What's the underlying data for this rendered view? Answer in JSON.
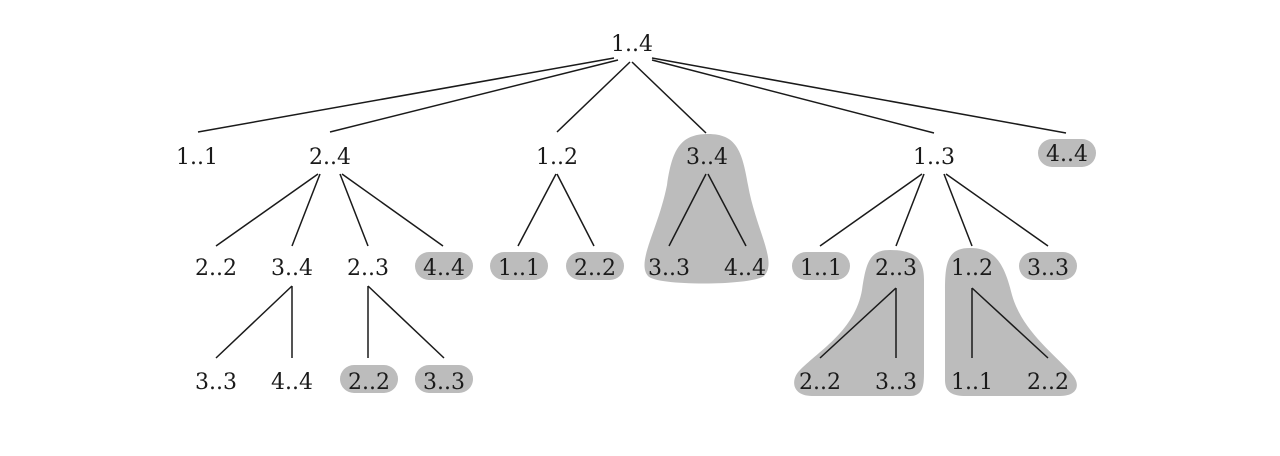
{
  "tree": {
    "root": {
      "label": "1..4"
    },
    "level1": [
      {
        "label": "1..1",
        "shaded": false
      },
      {
        "label": "2..4",
        "shaded": false
      },
      {
        "label": "1..2",
        "shaded": false
      },
      {
        "label": "3..4",
        "shaded": true
      },
      {
        "label": "1..3",
        "shaded": false
      },
      {
        "label": "4..4",
        "shaded": true
      }
    ],
    "level2": [
      {
        "label": "2..2",
        "shaded": false,
        "parent": "2..4"
      },
      {
        "label": "3..4",
        "shaded": false,
        "parent": "2..4"
      },
      {
        "label": "2..3",
        "shaded": false,
        "parent": "2..4"
      },
      {
        "label": "4..4",
        "shaded": true,
        "parent": "2..4"
      },
      {
        "label": "1..1",
        "shaded": true,
        "parent": "1..2"
      },
      {
        "label": "2..2",
        "shaded": true,
        "parent": "1..2"
      },
      {
        "label": "3..3",
        "shaded": true,
        "parent": "3..4"
      },
      {
        "label": "4..4",
        "shaded": true,
        "parent": "3..4"
      },
      {
        "label": "1..1",
        "shaded": true,
        "parent": "1..3"
      },
      {
        "label": "2..3",
        "shaded": true,
        "parent": "1..3"
      },
      {
        "label": "1..2",
        "shaded": true,
        "parent": "1..3"
      },
      {
        "label": "3..3",
        "shaded": true,
        "parent": "1..3"
      }
    ],
    "level3": [
      {
        "label": "3..3",
        "shaded": false,
        "parent": "3..4"
      },
      {
        "label": "4..4",
        "shaded": false,
        "parent": "3..4"
      },
      {
        "label": "2..2",
        "shaded": true,
        "parent": "2..3"
      },
      {
        "label": "3..3",
        "shaded": true,
        "parent": "2..3"
      },
      {
        "label": "2..2",
        "shaded": true,
        "parent": "2..3"
      },
      {
        "label": "3..3",
        "shaded": true,
        "parent": "2..3"
      },
      {
        "label": "1..1",
        "shaded": true,
        "parent": "1..2"
      },
      {
        "label": "2..2",
        "shaded": true,
        "parent": "1..2"
      }
    ]
  }
}
